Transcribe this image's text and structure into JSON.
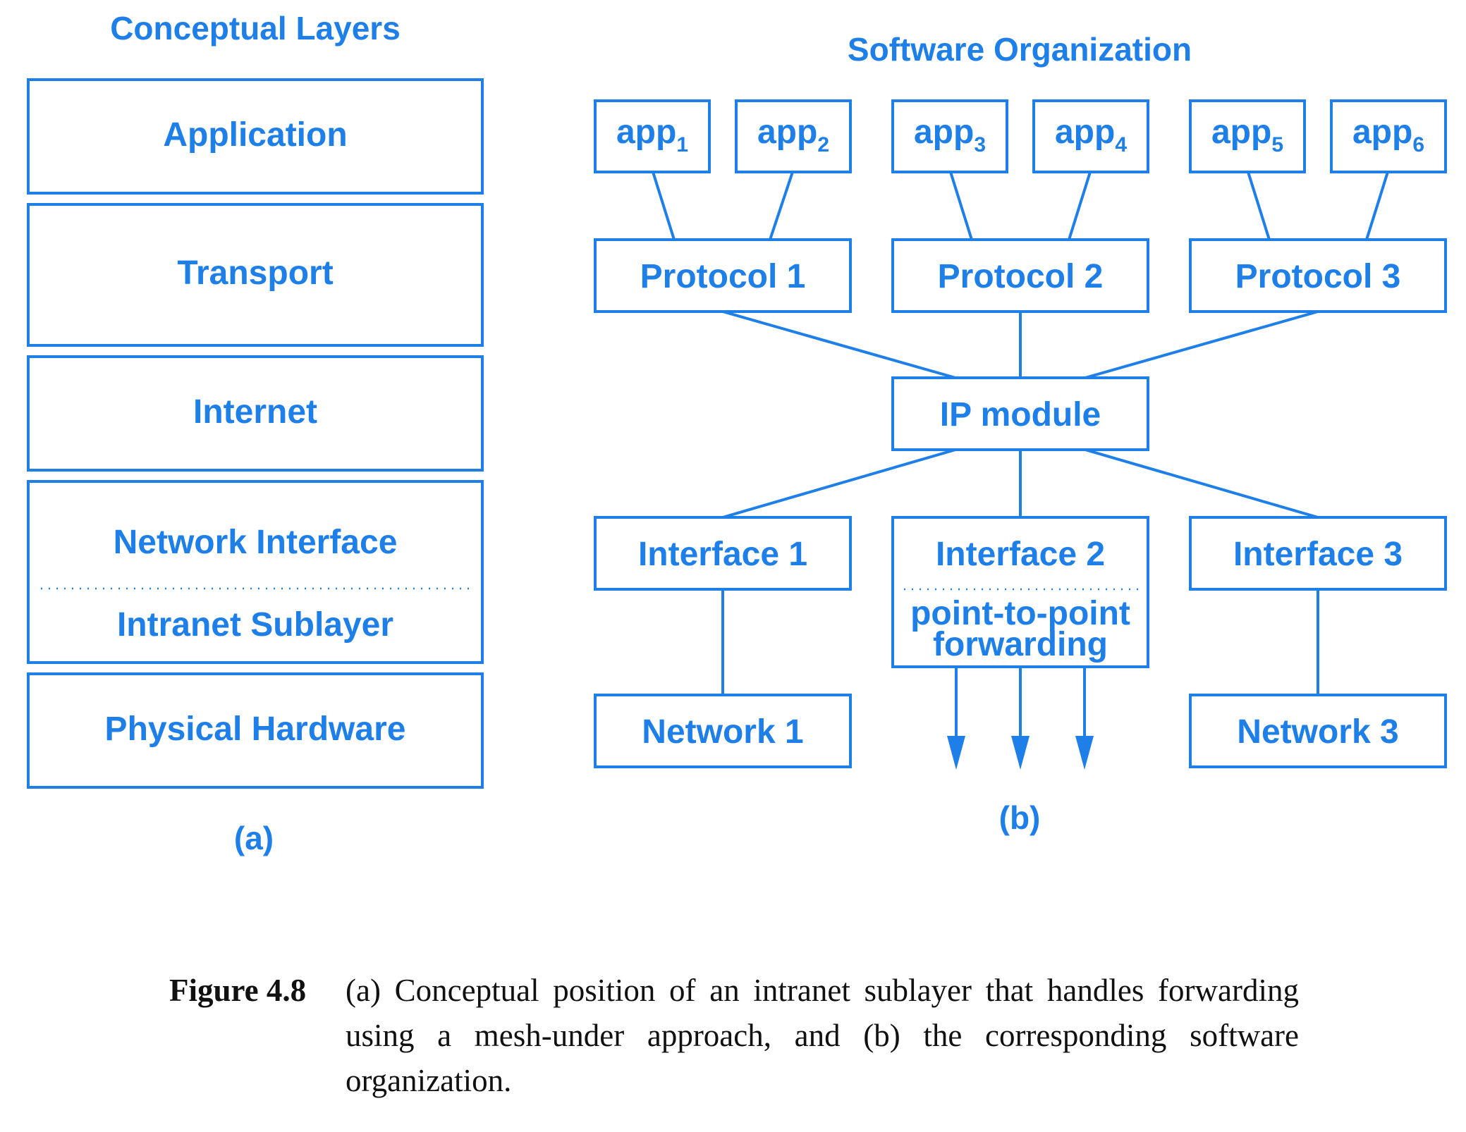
{
  "colors": {
    "accent": "#1e7fe8",
    "caption_text": "#111111"
  },
  "panel_a": {
    "title": "Conceptual Layers",
    "layers": [
      {
        "label": "Application"
      },
      {
        "label": "Transport"
      },
      {
        "label": "Internet"
      },
      {
        "label": "Network Interface",
        "sublabel": "Intranet Sublayer"
      },
      {
        "label": "Physical Hardware"
      }
    ],
    "tag": "(a)"
  },
  "panel_b": {
    "title": "Software Organization",
    "apps": [
      {
        "name": "app",
        "sub": "1"
      },
      {
        "name": "app",
        "sub": "2"
      },
      {
        "name": "app",
        "sub": "3"
      },
      {
        "name": "app",
        "sub": "4"
      },
      {
        "name": "app",
        "sub": "5"
      },
      {
        "name": "app",
        "sub": "6"
      }
    ],
    "protocols": [
      "Protocol 1",
      "Protocol 2",
      "Protocol 3"
    ],
    "ip_module": "IP module",
    "interfaces": [
      "Interface 1",
      "Interface 2",
      "Interface 3"
    ],
    "forwarding": [
      "point-to-point",
      "forwarding"
    ],
    "networks": [
      "Network 1",
      "Network 3"
    ],
    "tag": "(b)"
  },
  "caption": {
    "label": "Figure 4.8",
    "text": "(a) Conceptual position of an intranet sublayer that handles forwarding using a mesh-under approach, and (b) the corresponding software organization."
  }
}
